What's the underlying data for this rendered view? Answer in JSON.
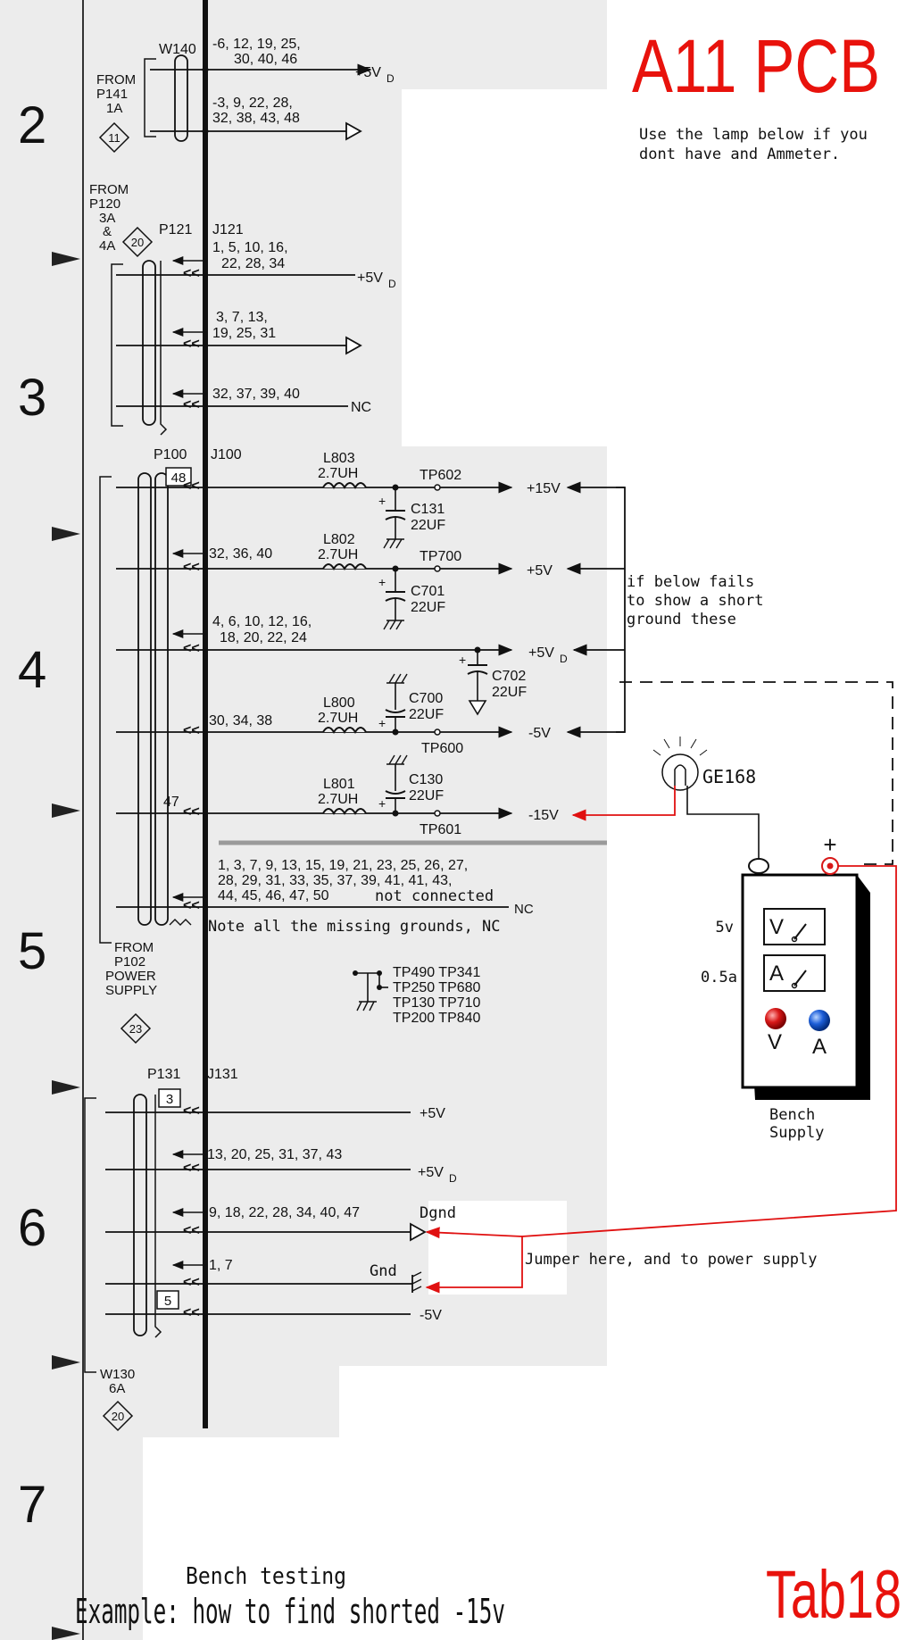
{
  "header": {
    "title": "A11 PCB",
    "note_line1": "Use the lamp below if you",
    "note_line2": "dont have and Ammeter."
  },
  "footer": {
    "subtitle": "Bench testing",
    "title": "Example: how to find shorted -15v",
    "tab": "Tab18"
  },
  "zones": [
    "2",
    "3",
    "4",
    "5",
    "6",
    "7"
  ],
  "connectors": {
    "w140": "W140",
    "from_p141": [
      "FROM",
      "P141",
      "1A"
    ],
    "diamond_11": "11",
    "from_p120": [
      "FROM",
      "P120",
      "3A",
      "&",
      "4A"
    ],
    "diamond_20a": "20",
    "p121": "P121",
    "j121": "J121",
    "p100": "P100",
    "j100": "J100",
    "box_48": "48",
    "pin_47": "47",
    "from_p102": [
      "FROM",
      "P102",
      "POWER",
      "SUPPLY"
    ],
    "diamond_23": "23",
    "p131": "P131",
    "j131": "J131",
    "box_3": "3",
    "box_5": "5",
    "w130": [
      "W130",
      "6A"
    ],
    "diamond_20b": "20"
  },
  "pins": {
    "w140_a": [
      "-6, 12, 19, 25,",
      "30, 40, 46"
    ],
    "w140_b": [
      "-3, 9, 22, 28,",
      "32, 38, 43, 48"
    ],
    "j121_a": [
      "1, 5, 10, 16,",
      "22, 28, 34"
    ],
    "j121_b": [
      "3, 7, 13,",
      "19, 25, 31"
    ],
    "j121_c": "32, 37, 39, 40",
    "j100_a": "32, 36, 40",
    "j100_b": [
      "4, 6, 10, 12, 16,",
      "18, 20, 22, 24"
    ],
    "j100_c": "30, 34, 38",
    "j100_nc": [
      "1, 3, 7, 9, 13, 15, 19, 21, 23, 25, 26, 27,",
      "28, 29, 31, 33, 35, 37, 39, 41, 41, 43,",
      "44, 45, 46, 47, 50"
    ],
    "j131_a": "13, 20, 25, 31, 37, 43",
    "j131_b": "9, 18, 22, 28, 34, 40, 47",
    "j131_c": "1, 7"
  },
  "rails": {
    "p5vd": "+5V",
    "sub_d": "D",
    "nc": "NC",
    "p15v": "+15V",
    "p5v": "+5V",
    "m5v": "-5V",
    "m15v": "-15V"
  },
  "components": {
    "l803": [
      "L803",
      "2.7UH"
    ],
    "l802": [
      "L802",
      "2.7UH"
    ],
    "l800": [
      "L800",
      "2.7UH"
    ],
    "l801": [
      "L801",
      "2.7UH"
    ],
    "c131": [
      "C131",
      "22UF"
    ],
    "c701": [
      "C701",
      "22UF"
    ],
    "c702": [
      "C702",
      "22UF"
    ],
    "c700": [
      "C700",
      "22UF"
    ],
    "c130": [
      "C130",
      "22UF"
    ],
    "tp602": "TP602",
    "tp700": "TP700",
    "tp600": "TP600",
    "tp601": "TP601",
    "tp_grid": [
      "TP490  TP341",
      "TP250  TP680",
      "TP130  TP710",
      "TP200  TP840"
    ]
  },
  "annotations": {
    "not_connected": "not connected",
    "missing_grounds": "Note all the missing grounds, NC",
    "below_fails": [
      "if below fails",
      "to show a short",
      "ground these"
    ],
    "lamp": "GE168",
    "dgnd": "Dgnd",
    "gnd": "Gnd",
    "jumper": "Jumper here, and to power supply"
  },
  "bench_supply": {
    "plus": "+",
    "volt_label": "5v",
    "amp_label": "0.5a",
    "v_meter": "V",
    "a_meter": "A",
    "v_jack": "V",
    "a_jack": "A",
    "caption": [
      "Bench",
      "Supply"
    ]
  },
  "colors": {
    "title_red": "#e8120c",
    "annotation_red": "#e01010",
    "knob_red": "#d81818",
    "knob_blue": "#1d5ed8",
    "paper": "#ececec"
  }
}
